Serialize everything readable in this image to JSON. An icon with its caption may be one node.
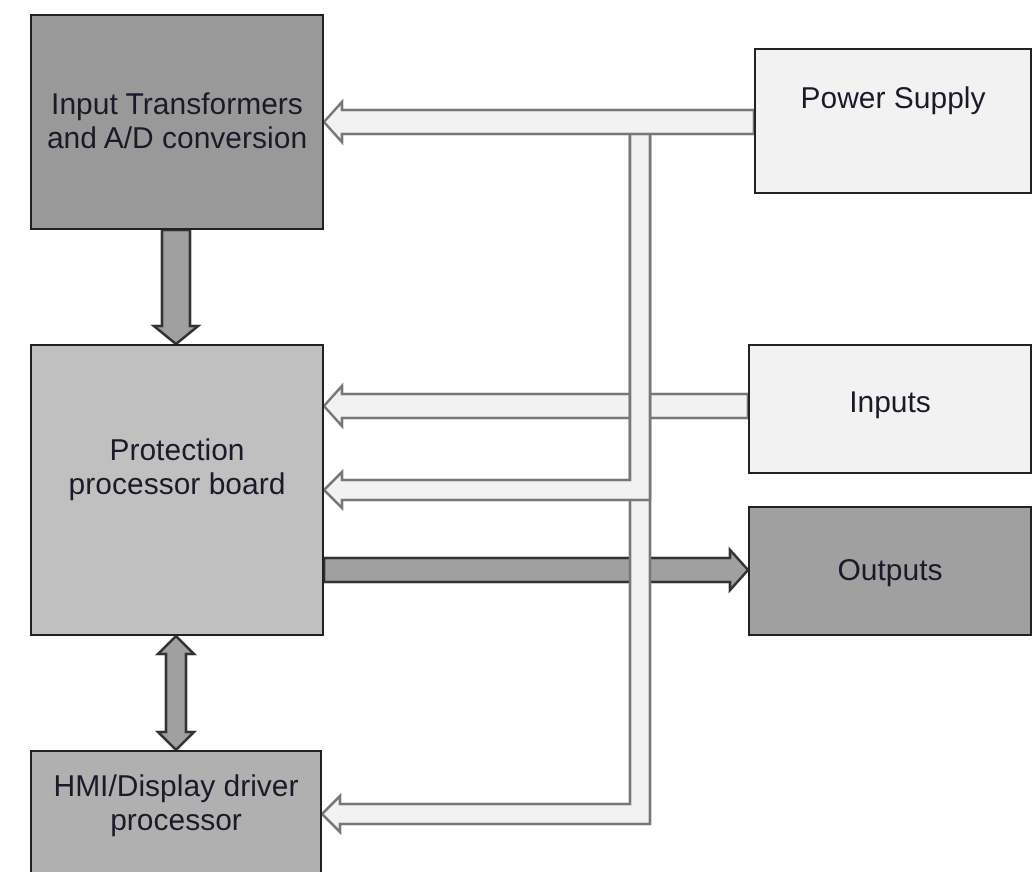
{
  "diagram": {
    "nodes": [
      {
        "text": [
          "Input Transformers and A/D conversion"
        ]
      },
      {
        "text": [
          "Power Supply"
        ]
      },
      {
        "text": [
          "Protection processor board"
        ]
      },
      {
        "text": [
          "Inputs"
        ]
      },
      {
        "text": [
          "Outputs"
        ]
      },
      {
        "text": [
          "HMI/Display driver processor"
        ]
      }
    ],
    "edges": [
      {
        "from": 1,
        "to": 0,
        "arrow": "to"
      },
      {
        "from": 1,
        "to": 2,
        "arrow": "to"
      },
      {
        "from": 1,
        "to": 5,
        "arrow": "to"
      },
      {
        "from": 3,
        "to": 2,
        "arrow": "to"
      },
      {
        "from": 2,
        "to": 4,
        "arrow": "to",
        "color": "#a0a0a0"
      },
      {
        "from": 0,
        "to": 2,
        "arrow": "to",
        "color": "#a0a0a0"
      },
      {
        "from": 2,
        "to": 5,
        "arrow": "both",
        "color": "#a0a0a0"
      }
    ]
  }
}
